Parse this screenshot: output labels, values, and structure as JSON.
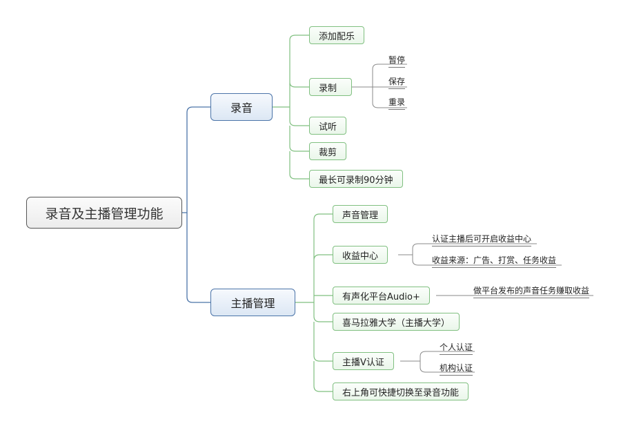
{
  "root": {
    "label": "录音及主播管理功能"
  },
  "branches": [
    {
      "label": "录音",
      "children": [
        {
          "label": "添加配乐",
          "leaves": []
        },
        {
          "label": "录制",
          "leaves": [
            "暂停",
            "保存",
            "重录"
          ]
        },
        {
          "label": "试听",
          "leaves": []
        },
        {
          "label": "裁剪",
          "leaves": []
        },
        {
          "label": "最长可录制90分钟",
          "leaves": []
        }
      ]
    },
    {
      "label": "主播管理",
      "children": [
        {
          "label": "声音管理",
          "leaves": []
        },
        {
          "label": "收益中心",
          "leaves": [
            "认证主播后可开启收益中心",
            "收益来源：广告、打赏、任务收益"
          ]
        },
        {
          "label": "有声化平台Audio+",
          "leaves": [
            "做平台发布的声音任务赚取收益"
          ]
        },
        {
          "label": "喜马拉雅大学（主播大学）",
          "leaves": []
        },
        {
          "label": "主播V认证",
          "leaves": [
            "个人认证",
            "机构认证"
          ]
        },
        {
          "label": "右上角可快捷切换至录音功能",
          "leaves": []
        }
      ]
    }
  ],
  "colors": {
    "root_border": "#555555",
    "main_border": "#4a73a8",
    "sub_border": "#7fbf7f",
    "main_connector": "#4a73a8",
    "sub_connector": "#7fbf7f",
    "leaf_connector": "#888888"
  }
}
